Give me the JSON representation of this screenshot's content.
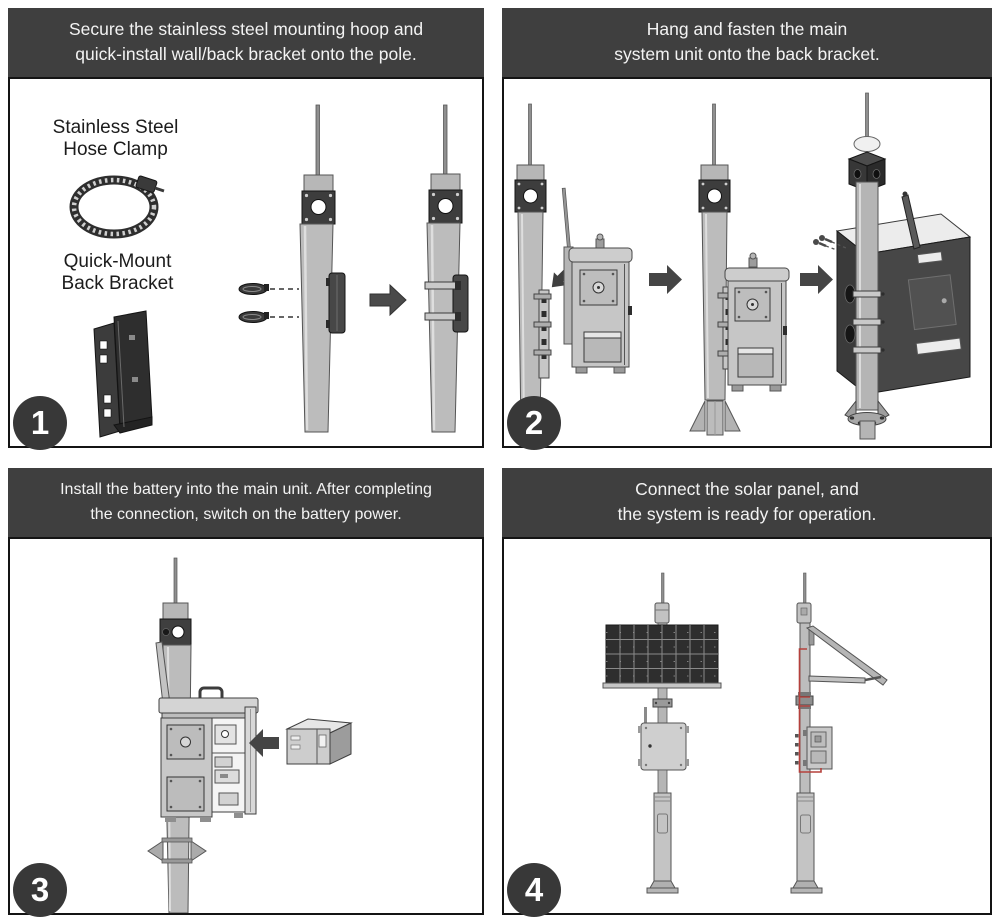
{
  "page": {
    "background": "#ffffff",
    "type": "installation-instruction-diagram"
  },
  "colors": {
    "header_bg": "#3f3f3f",
    "header_text": "#f3f3f3",
    "badge_bg": "#383838",
    "panel_border": "#141414",
    "pole_gray": "#bcbcbc",
    "dark_plate": "#3d3d3d",
    "arrow_gray": "#4a4a4a",
    "cable_red": "#b5413c",
    "solar_cell": "#2e2e2e"
  },
  "icons": {
    "arrow_right": "right-block-arrow",
    "arrow_left": "left-block-arrow",
    "arrow_down_left": "down-left-block-arrow"
  },
  "panels": [
    {
      "step": "1",
      "instruction_line1": "Secure the stainless steel mounting hoop and",
      "instruction_line2": "quick-install wall/back bracket onto the pole.",
      "labels": {
        "hose_clamp_line1": "Stainless Steel",
        "hose_clamp_line2": "Hose Clamp",
        "back_bracket_line1": "Quick-Mount",
        "back_bracket_line2": "Back Bracket"
      }
    },
    {
      "step": "2",
      "instruction_line1": "Hang and fasten the main",
      "instruction_line2": "system unit onto the back bracket."
    },
    {
      "step": "3",
      "instruction_line1": "Install the battery into the main unit. After completing",
      "instruction_line2": "the connection, switch on the battery power."
    },
    {
      "step": "4",
      "instruction_line1": "Connect the solar panel, and",
      "instruction_line2": "the system is ready for operation."
    }
  ]
}
